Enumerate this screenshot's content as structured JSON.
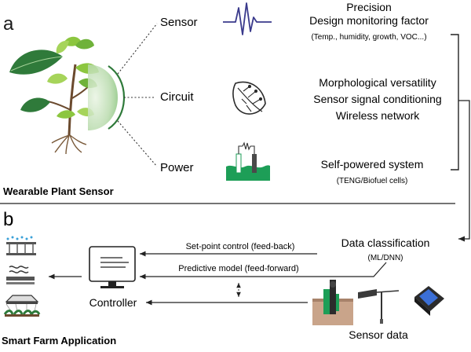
{
  "panel_a": {
    "letter": "a",
    "title": "Wearable Plant Sensor",
    "sensor_label": "Sensor",
    "circuit_label": "Circuit",
    "power_label": "Power",
    "sensor_text": [
      "Precision",
      "Design monitoring factor"
    ],
    "sensor_sub": "(Temp., humidity, growth, VOC...)",
    "circuit_text": [
      "Morphological versatility",
      "Sensor signal conditioning",
      "Wireless network"
    ],
    "power_text": "Self-powered system",
    "power_sub": "(TENG/Biofuel cells)"
  },
  "panel_b": {
    "letter": "b",
    "title": "Smart Farm Application",
    "data_classification": "Data classification",
    "data_classification_sub": "(ML/DNN)",
    "feedback_label": "Set-point control (feed-back)",
    "feedforward_label": "Predictive model (feed-forward)",
    "controller_label": "Controller",
    "sensor_data_label": "Sensor data"
  },
  "colors": {
    "leaf_dark": "#2f7a3a",
    "leaf_light": "#8cc63f",
    "water": "#1d9e57",
    "signal": "#3a3a8c",
    "device_blue": "#3b6fd6"
  }
}
